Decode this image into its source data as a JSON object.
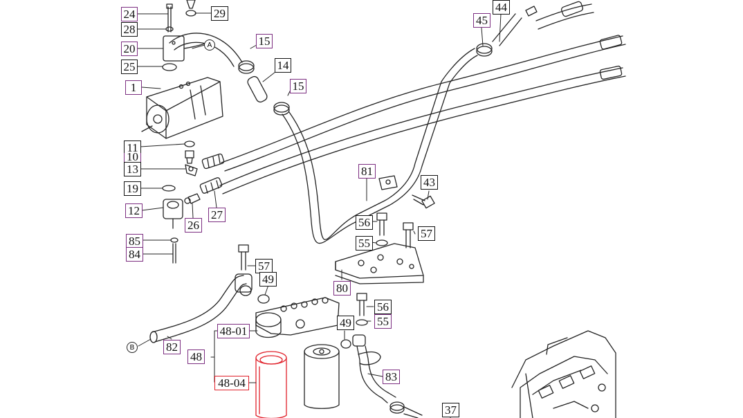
{
  "colors": {
    "line": "#222222",
    "purple": "#7b2d80",
    "red": "#e0202a",
    "black": "#111111"
  },
  "callouts": {
    "a": "A",
    "b": "B"
  },
  "labels": [
    {
      "id": "24",
      "text": "24",
      "style": "purple"
    },
    {
      "id": "28",
      "text": "28",
      "style": "black"
    },
    {
      "id": "20",
      "text": "20",
      "style": "purple"
    },
    {
      "id": "25",
      "text": "25",
      "style": "black"
    },
    {
      "id": "1",
      "text": "1",
      "style": "purple"
    },
    {
      "id": "29",
      "text": "29",
      "style": "black"
    },
    {
      "id": "15a",
      "text": "15",
      "style": "purple"
    },
    {
      "id": "14",
      "text": "14",
      "style": "black"
    },
    {
      "id": "15b",
      "text": "15",
      "style": "purple"
    },
    {
      "id": "44",
      "text": "44",
      "style": "black"
    },
    {
      "id": "45",
      "text": "45",
      "style": "purple"
    },
    {
      "id": "11",
      "text": "11",
      "style": "black"
    },
    {
      "id": "10",
      "text": "10",
      "style": "purple"
    },
    {
      "id": "13",
      "text": "13",
      "style": "black"
    },
    {
      "id": "19",
      "text": "19",
      "style": "black"
    },
    {
      "id": "12",
      "text": "12",
      "style": "purple"
    },
    {
      "id": "26",
      "text": "26",
      "style": "purple"
    },
    {
      "id": "27",
      "text": "27",
      "style": "purple"
    },
    {
      "id": "81",
      "text": "81",
      "style": "purple"
    },
    {
      "id": "43",
      "text": "43",
      "style": "black"
    },
    {
      "id": "56a",
      "text": "56",
      "style": "black"
    },
    {
      "id": "57a",
      "text": "57",
      "style": "black"
    },
    {
      "id": "55a",
      "text": "55",
      "style": "black"
    },
    {
      "id": "85",
      "text": "85",
      "style": "purple"
    },
    {
      "id": "84",
      "text": "84",
      "style": "purple"
    },
    {
      "id": "57b",
      "text": "57",
      "style": "black"
    },
    {
      "id": "49a",
      "text": "49",
      "style": "black"
    },
    {
      "id": "80",
      "text": "80",
      "style": "purple"
    },
    {
      "id": "56b",
      "text": "56",
      "style": "black"
    },
    {
      "id": "55b",
      "text": "55",
      "style": "purple"
    },
    {
      "id": "48-01",
      "text": "48-01",
      "style": "purple"
    },
    {
      "id": "49b",
      "text": "49",
      "style": "black"
    },
    {
      "id": "82",
      "text": "82",
      "style": "purple"
    },
    {
      "id": "48",
      "text": "48",
      "style": "purple"
    },
    {
      "id": "48-04",
      "text": "48-04",
      "style": "red"
    },
    {
      "id": "83",
      "text": "83",
      "style": "purple"
    },
    {
      "id": "37",
      "text": "37",
      "style": "black"
    }
  ]
}
